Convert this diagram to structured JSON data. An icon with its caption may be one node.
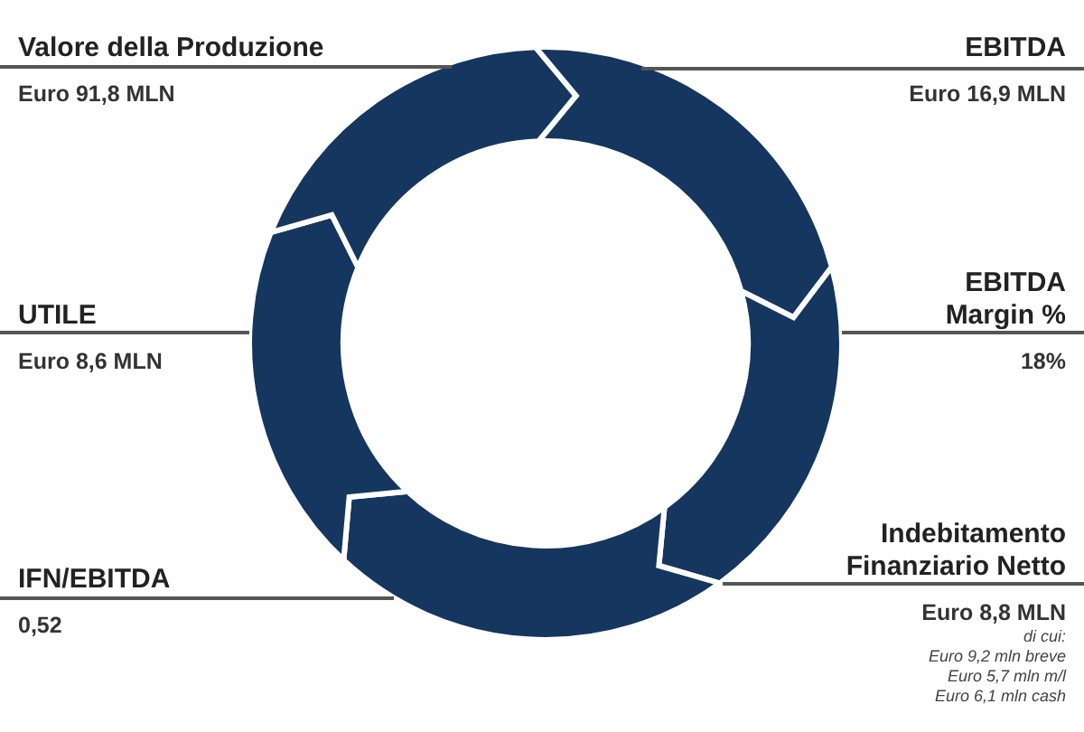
{
  "diagram": {
    "nodes": [
      {
        "text": [
          "Valore della Produzione",
          "Euro 91,8 MLN"
        ]
      },
      {
        "text": [
          "EBITDA",
          "Euro 16,9 MLN"
        ]
      },
      {
        "text": [
          "UTILE",
          "Euro 8,6 MLN"
        ]
      },
      {
        "text": [
          "EBITDA Margin %",
          "18%"
        ]
      },
      {
        "text": [
          "IFN/EBITDA",
          "0,52"
        ]
      },
      {
        "text": [
          "Indebitamento Finanziario Netto",
          "Euro 8,8 MLN",
          "di cui:",
          "Euro 9,2 mln breve",
          "Euro 5,7 mln m/l",
          "Euro 6,1 mln cash"
        ]
      }
    ]
  }
}
